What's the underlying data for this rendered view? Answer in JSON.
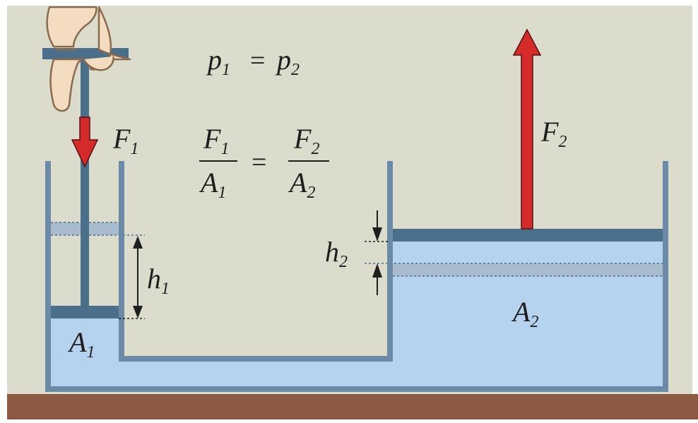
{
  "labels": {
    "force1": {
      "letter": "F",
      "sub": "1"
    },
    "force2": {
      "letter": "F",
      "sub": "2"
    },
    "height1": {
      "letter": "h",
      "sub": "1"
    },
    "height2": {
      "letter": "h",
      "sub": "2"
    },
    "area1": {
      "letter": "A",
      "sub": "1"
    },
    "area2": {
      "letter": "A",
      "sub": "2"
    }
  },
  "equations": {
    "pressure": {
      "lhs": "p",
      "lhs_sub": "1",
      "op": "=",
      "rhs": "p",
      "rhs_sub": "2"
    },
    "ratio": {
      "num1": "F",
      "num1_sub": "1",
      "den1": "A",
      "den1_sub": "1",
      "op": "=",
      "num2": "F",
      "num2_sub": "2",
      "den2": "A",
      "den2_sub": "2"
    }
  },
  "colors": {
    "background": "#dcdccc",
    "fluid": "#b5d3ef",
    "wall": "#6a8aa8",
    "piston": "#4a6f8b",
    "initial_level": "#a9bccd",
    "force_arrow": "#d42a2a",
    "ground": "#8c5a42",
    "hand": "#f4dcc0"
  }
}
